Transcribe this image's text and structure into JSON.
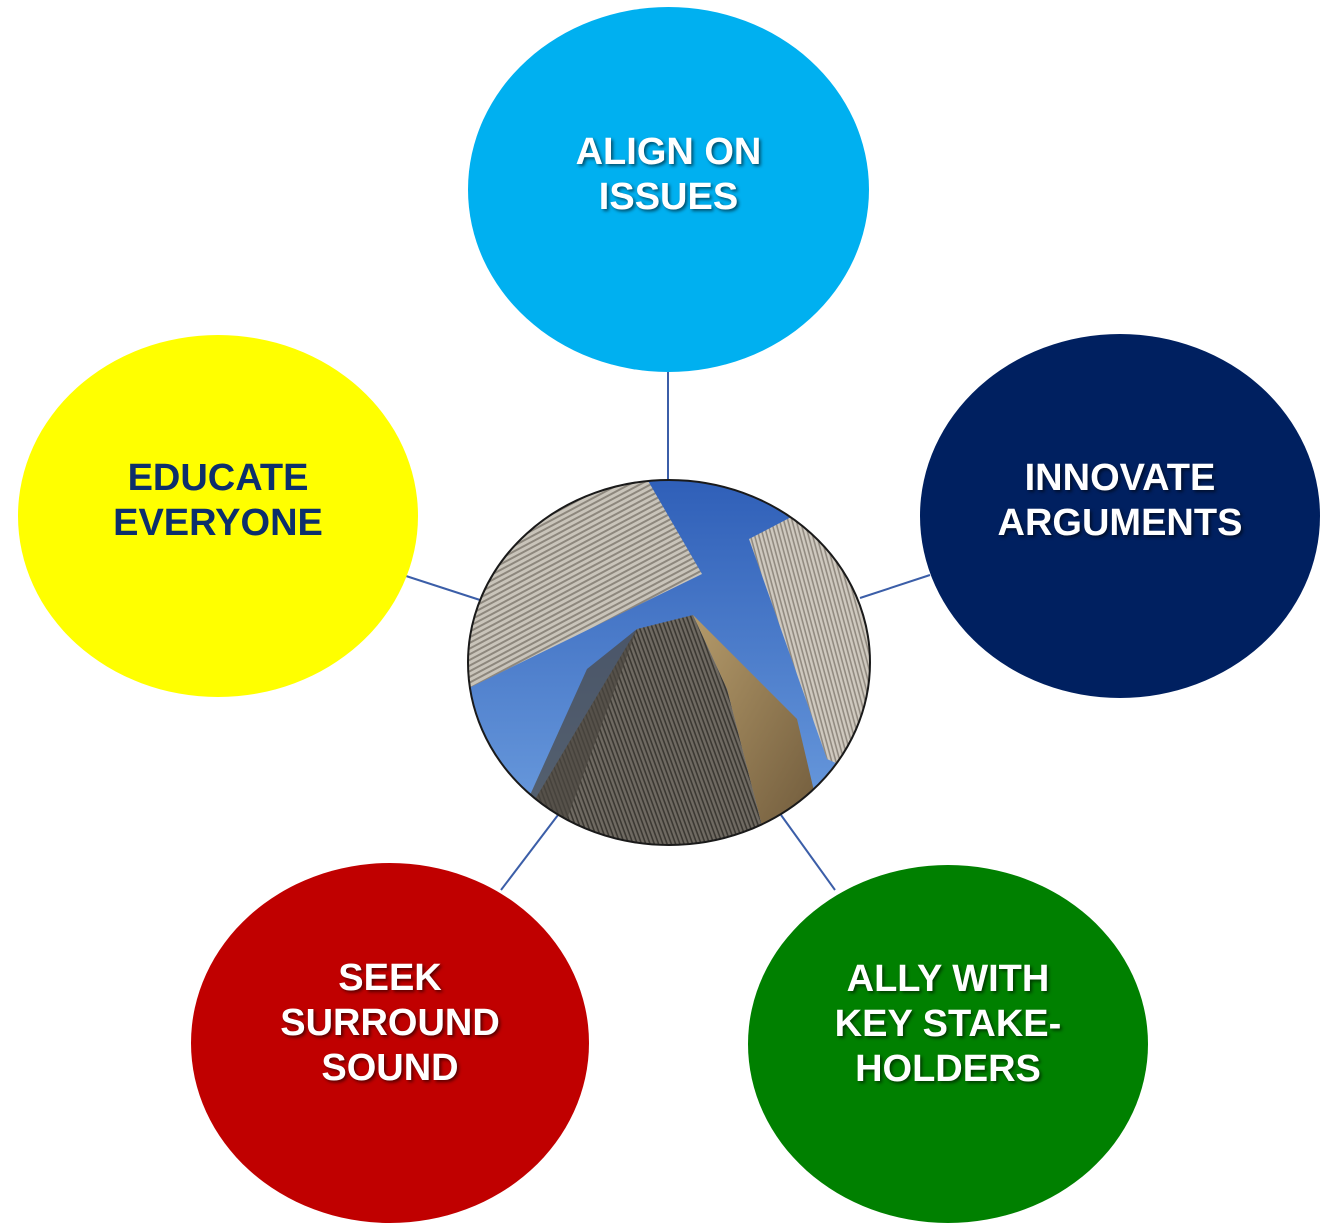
{
  "diagram": {
    "nodes": [
      {
        "id": "top",
        "label": "ALIGN ON\nISSUES",
        "color": "#00b0f0",
        "text_style": "light"
      },
      {
        "id": "right",
        "label": "INNOVATE\nARGUMENTS",
        "color": "#002060",
        "text_style": "light"
      },
      {
        "id": "bottom_right",
        "label": "ALLY WITH\nKEY STAKE-\nHOLDERS",
        "color": "#008000",
        "text_style": "light"
      },
      {
        "id": "bottom_left",
        "label": "SEEK\nSURROUND\nSOUND",
        "color": "#c00000",
        "text_style": "light"
      },
      {
        "id": "left",
        "label": "EDUCATE\nEVERYONE",
        "color": "#ffff00",
        "text_style": "dark"
      }
    ],
    "hub": {
      "image": "skyscrapers-photo",
      "sky_color": "#3a6fc4"
    },
    "connector_color": "#3b5ea8"
  }
}
